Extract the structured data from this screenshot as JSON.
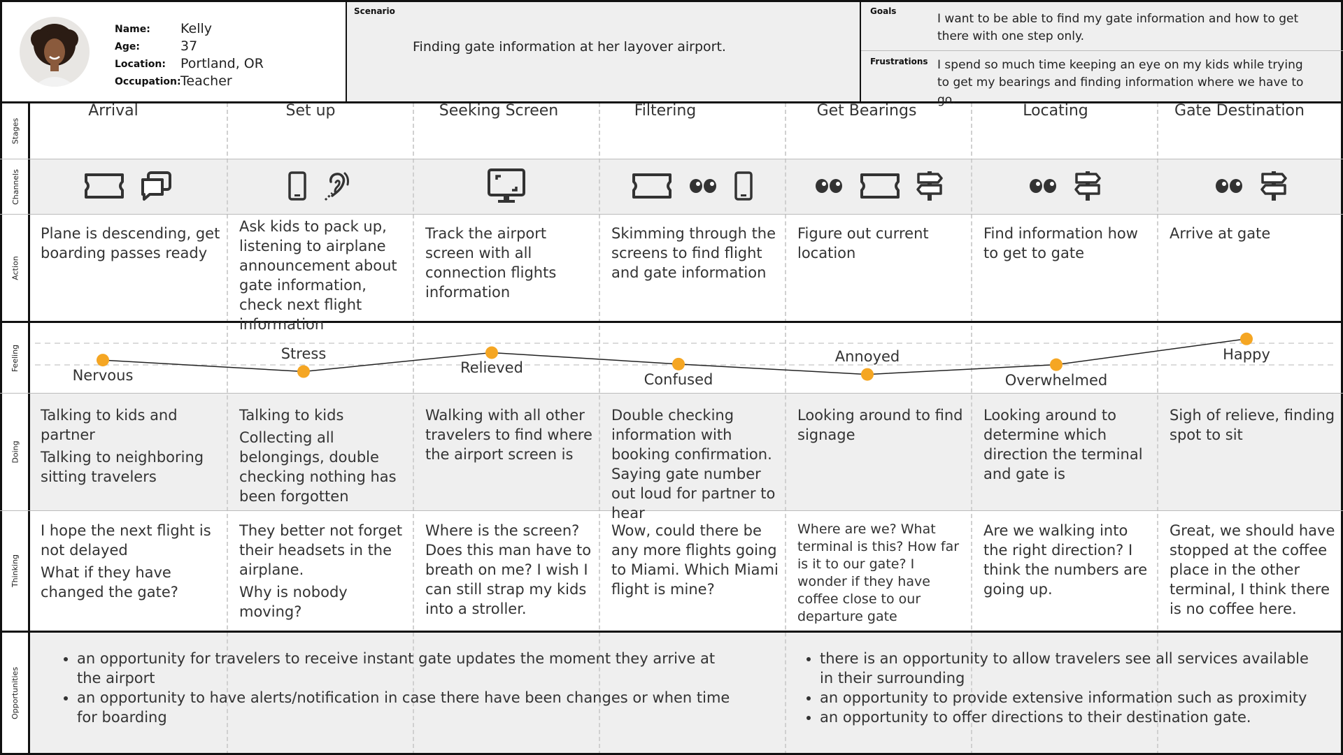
{
  "persona": {
    "name_label": "Name:",
    "name": "Kelly",
    "age_label": "Age:",
    "age": "37",
    "location_label": "Location:",
    "location": "Portland, OR",
    "occupation_label": "Occupation:",
    "occupation": "Teacher"
  },
  "scenario": {
    "label": "Scenario",
    "text": "Finding gate information at her layover airport."
  },
  "goals": {
    "label": "Goals",
    "text": "I want to be able to find my gate information and how to get there with one step only."
  },
  "frustrations": {
    "label": "Frustrations",
    "text": "I spend so much time keeping an eye on my kids while trying to get my bearings and finding information where we have to go."
  },
  "row_labels": {
    "stages": "Stages",
    "channels": "Channels",
    "action": "Action",
    "feeling": "Feeling",
    "doing": "Doing",
    "thinking": "Thinking",
    "opportunities": "Opportunities"
  },
  "stages": [
    {
      "title": "Arrival",
      "channels": [
        "ticket-icon",
        "chat-icon"
      ],
      "action": "Plane is descending, get boarding passes ready",
      "feeling": "Nervous",
      "feeling_level": 0.45,
      "doing": [
        "Talking to kids and partner",
        "Talking to neighboring sitting travelers"
      ],
      "thinking": [
        "I hope the next flight is not delayed",
        "What if they have changed the gate?"
      ]
    },
    {
      "title": "Set up",
      "channels": [
        "phone-icon",
        "hearing-icon"
      ],
      "action": "Ask kids to pack up, listening to airplane announcement about gate information, check next flight information",
      "feeling": "Stress",
      "feeling_level": 0.25,
      "doing": [
        "Talking to kids",
        "Collecting all belongings, double checking nothing has been forgotten"
      ],
      "thinking": [
        "They better not forget their headsets in the airplane.",
        "Why is nobody moving?"
      ]
    },
    {
      "title": "Seeking Screen",
      "channels": [
        "screen-icon"
      ],
      "action": "Track the airport screen with all connection flights information",
      "feeling": "Relieved",
      "feeling_level": 0.58,
      "doing": [
        "Walking with all other travelers to find where the airport screen is"
      ],
      "thinking": [
        "Where is the screen? Does this man have to breath on me? I wish I can still strap my kids into a stroller."
      ]
    },
    {
      "title": "Filtering",
      "channels": [
        "ticket-icon",
        "eyes-icon",
        "phone-icon"
      ],
      "action": "Skimming through the screens to find flight and gate information",
      "feeling": "Confused",
      "feeling_level": 0.38,
      "doing": [
        "Double checking information with booking confirmation. Saying gate number out loud for partner to hear"
      ],
      "thinking": [
        "Wow, could there be any more flights going to Miami. Which Miami flight is mine?"
      ]
    },
    {
      "title": "Get Bearings",
      "channels": [
        "eyes-icon",
        "ticket-icon",
        "signpost-icon"
      ],
      "action": "Figure out current location",
      "feeling": "Annoyed",
      "feeling_level": 0.2,
      "doing": [
        "Looking around to find signage"
      ],
      "thinking": [
        "Where are we? What terminal is this? How far is it to our gate? I wonder if they have coffee close to our departure gate"
      ]
    },
    {
      "title": "Locating",
      "channels": [
        "eyes-icon",
        "signpost-icon"
      ],
      "action": "Find information how to get to gate",
      "feeling": "Overwhelmed",
      "feeling_level": 0.37,
      "doing": [
        "Looking around to determine which direction the terminal and gate is"
      ],
      "thinking": [
        "Are we walking into the right direction? I think the numbers are going up."
      ]
    },
    {
      "title": "Gate Destination",
      "channels": [
        "eyes-icon",
        "signpost-icon"
      ],
      "action": "Arrive at gate",
      "feeling": "Happy",
      "feeling_level": 0.82,
      "doing": [
        "Sigh of relieve, finding spot to sit"
      ],
      "thinking": [
        "Great, we should have stopped at the coffee place in the other terminal, I think there is no coffee here."
      ]
    }
  ],
  "opportunities_left": [
    "an opportunity for travelers to receive instant gate updates the moment they arrive at the airport",
    "an opportunity to have alerts/notification in case there have been changes or when time for boarding"
  ],
  "opportunities_right": [
    "there is an opportunity to allow travelers see all services available in their surrounding",
    "an opportunity to provide extensive information such as proximity",
    "an opportunity to offer directions to their destination gate."
  ],
  "colors": {
    "dot": "#f5a623",
    "line": "#222222",
    "gray_row": "#efefef",
    "border": "#111111"
  }
}
